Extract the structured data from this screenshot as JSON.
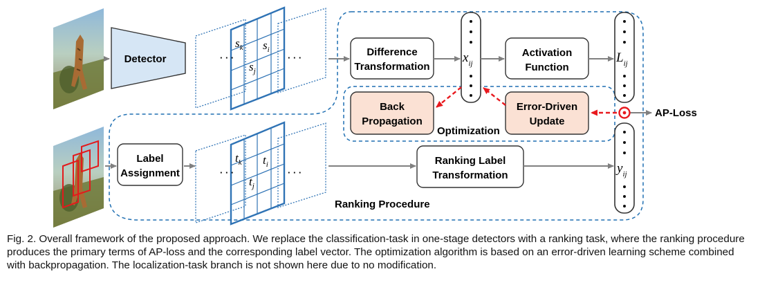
{
  "diagram": {
    "detector": "Detector",
    "label_assignment": [
      "Label",
      "Assignment"
    ],
    "difference_transformation": [
      "Difference",
      "Transformation"
    ],
    "activation_function": [
      "Activation",
      "Function"
    ],
    "back_propagation": [
      "Back",
      "Propagation"
    ],
    "error_driven_update": [
      "Error-Driven",
      "Update"
    ],
    "ranking_label_transformation": [
      "Ranking Label",
      "Transformation"
    ],
    "optimization": "Optimization",
    "ranking_procedure": "Ranking Procedure",
    "ap_loss": "AP-Loss",
    "score_grid": {
      "sk": "s",
      "sk_sub": "k",
      "si": "s",
      "si_sub": "i",
      "sj": "s",
      "sj_sub": "j"
    },
    "label_grid": {
      "tk": "t",
      "tk_sub": "k",
      "ti": "t",
      "ti_sub": "i",
      "tj": "t",
      "tj_sub": "j"
    },
    "x_ij": {
      "base": "x",
      "sub": "ij"
    },
    "L_ij": {
      "base": "L",
      "sub": "ij"
    },
    "y_ij": {
      "base": "y",
      "sub": "ij"
    },
    "ellipsis": "· · ·",
    "colors": {
      "grid_blue": "#2f73b5",
      "dashed_blue": "#1f6fb2",
      "detector_fill": "#d6e6f5",
      "salmon_fill": "#fbe1d4",
      "red_arrow": "#e8191e",
      "gray_arrow": "#808080"
    }
  },
  "caption": "Fig. 2. Overall framework of the proposed approach. We replace the classification-task in one-stage detectors with a ranking task, where the ranking procedure produces the primary terms of AP-loss and the corresponding label vector. The optimization algorithm is based on an error-driven learning scheme combined with backpropagation. The localization-task branch is not shown here due to no modification."
}
